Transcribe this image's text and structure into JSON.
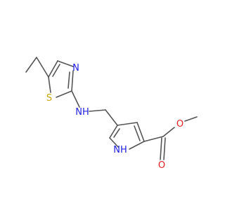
{
  "atoms": {
    "S": {
      "text": "S",
      "color": "#c8a600"
    },
    "N_thiazole": {
      "text": "N",
      "color": "#2020e0"
    },
    "NH_amine": {
      "text": "NH",
      "color": "#2020e0"
    },
    "NH_pyrrole": {
      "text": "NH",
      "color": "#2020e0"
    },
    "O_carbonyl": {
      "text": "O",
      "color": "#e02020"
    },
    "O_ester": {
      "text": "O",
      "color": "#e02020"
    }
  }
}
